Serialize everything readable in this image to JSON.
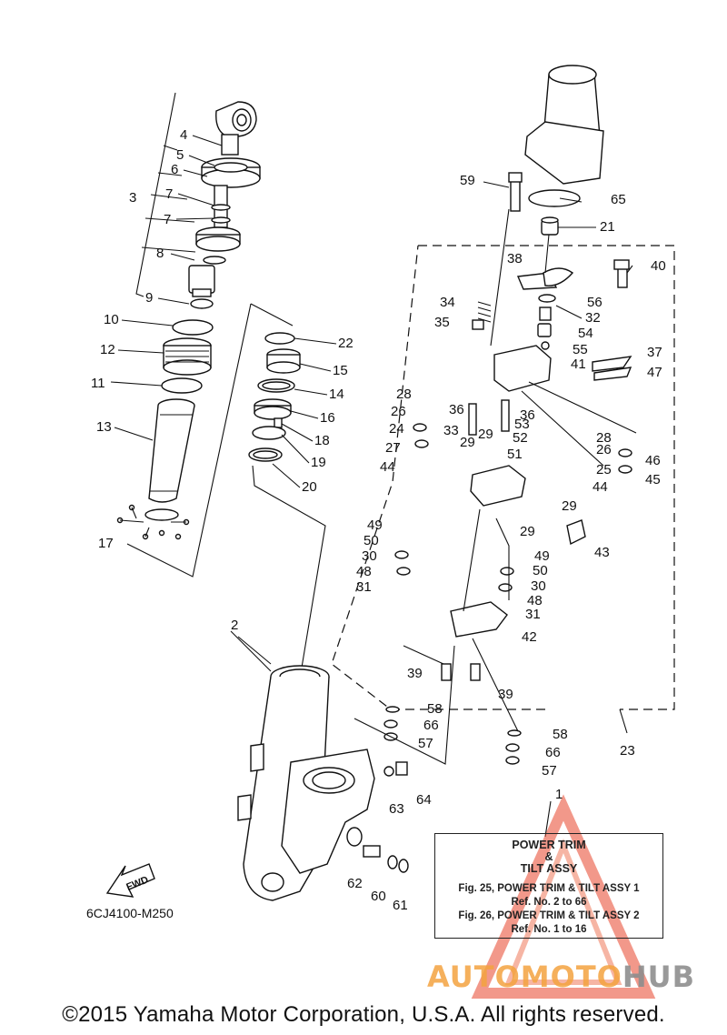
{
  "diagram": {
    "drawing_code": "6CJ4100-M250",
    "copyright": "©2015 Yamaha Motor Corporation, U.S.A. All rights reserved.",
    "fwd_label": "FWD",
    "note_box": {
      "title_lines": [
        "POWER TRIM",
        "&",
        "TILT ASSY"
      ],
      "refs": [
        "Fig. 25, POWER TRIM & TILT ASSY 1",
        "Ref. No. 2 to 66",
        "Fig. 26, POWER TRIM & TILT ASSY 2",
        "Ref. No. 1 to 16"
      ]
    },
    "watermark": {
      "part1": "AUTOMOTO",
      "part2": "HUB",
      "accent_color": "#e8452c"
    },
    "part_numbers": [
      "1",
      "2",
      "3",
      "4",
      "5",
      "6",
      "7",
      "7",
      "8",
      "9",
      "10",
      "11",
      "12",
      "13",
      "14",
      "15",
      "16",
      "17",
      "18",
      "19",
      "20",
      "21",
      "22",
      "23",
      "24",
      "25",
      "26",
      "26",
      "27",
      "28",
      "28",
      "29",
      "29",
      "29",
      "29",
      "30",
      "30",
      "31",
      "31",
      "32",
      "33",
      "34",
      "35",
      "36",
      "36",
      "37",
      "38",
      "39",
      "39",
      "40",
      "41",
      "42",
      "43",
      "44",
      "44",
      "45",
      "46",
      "47",
      "48",
      "48",
      "49",
      "49",
      "50",
      "50",
      "51",
      "52",
      "53",
      "54",
      "55",
      "56",
      "57",
      "57",
      "58",
      "58",
      "59",
      "60",
      "61",
      "62",
      "63",
      "64",
      "65",
      "66",
      "66"
    ]
  }
}
